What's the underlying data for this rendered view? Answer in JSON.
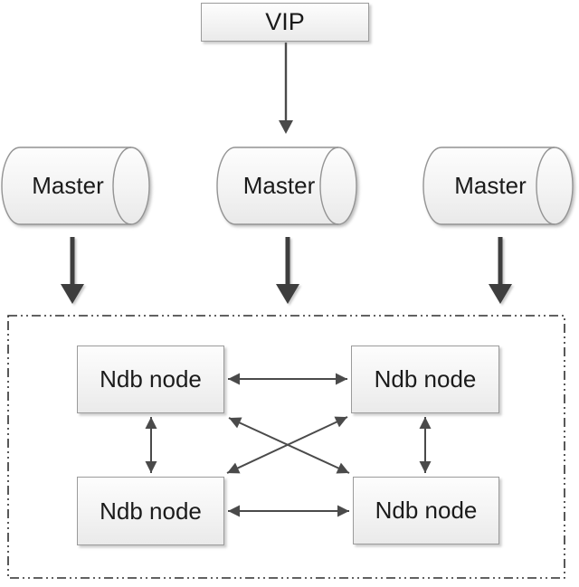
{
  "vip": {
    "label": "VIP"
  },
  "masters": [
    {
      "label": "Master"
    },
    {
      "label": "Master"
    },
    {
      "label": "Master"
    }
  ],
  "ndb_nodes": [
    {
      "label": "Ndb node"
    },
    {
      "label": "Ndb node"
    },
    {
      "label": "Ndb node"
    },
    {
      "label": "Ndb node"
    }
  ],
  "colors": {
    "box_border": "#9b9b9b",
    "box_fill_top": "#fdfdfd",
    "box_fill_bottom": "#eaeaea",
    "thin_arrow": "#4a4a4a",
    "thick_arrow": "#3e3e3e",
    "dashed_border": "#2f2f2f"
  }
}
